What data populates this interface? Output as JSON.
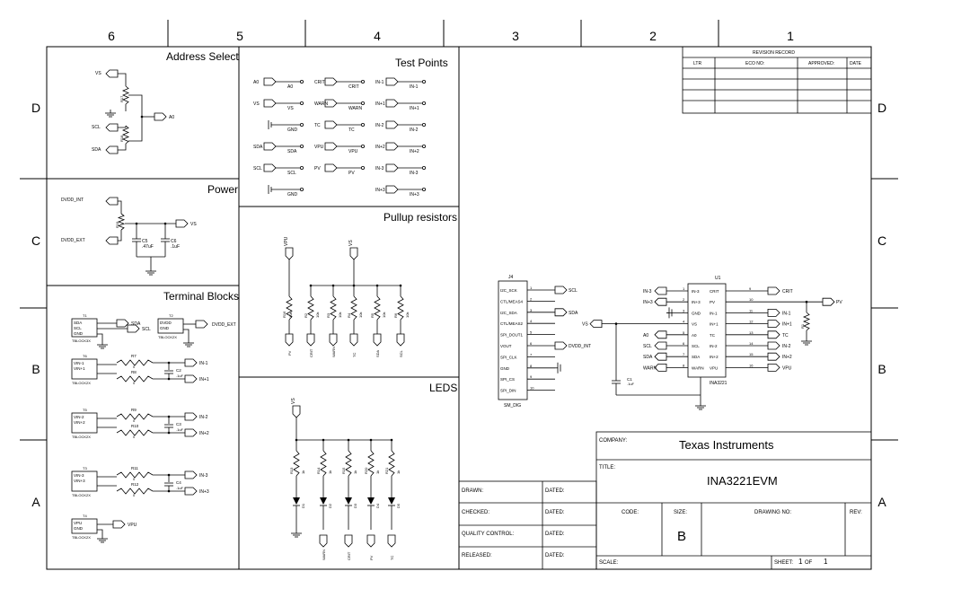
{
  "zones": {
    "columns": [
      "6",
      "5",
      "4",
      "3",
      "2",
      "1"
    ],
    "rows": [
      "D",
      "C",
      "B",
      "A"
    ]
  },
  "sections": {
    "address_select": "Address Select",
    "test_points": "Test Points",
    "power": "Power",
    "pullup_resistors": "Pullup resistors",
    "terminal_blocks": "Terminal Blocks",
    "leds": "LEDS"
  },
  "revision_record": {
    "title": "REVISION RECORD",
    "headers": [
      "LTR",
      "ECO NO:",
      "APPROVED:",
      "DATE"
    ]
  },
  "title_block": {
    "company_label": "COMPANY:",
    "company": "Texas Instruments",
    "title_label": "TITLE:",
    "title": "INA3221EVM",
    "code_label": "CODE:",
    "size_label": "SIZE:",
    "size": "B",
    "drawing_no_label": "DRAWING NO:",
    "rev_label": "REV:",
    "scale_label": "SCALE:",
    "sheet_label": "SHEET:",
    "sheet_value": "1",
    "of_label": "OF",
    "of_value": "1",
    "drawn_label": "DRAWN:",
    "checked_label": "CHECKED:",
    "quality_label": "QUALITY CONTROL:",
    "released_label": "RELEASED:",
    "dated_label": "DATED:"
  },
  "address_select": {
    "nets": [
      "VS",
      "SCL",
      "SDA",
      "A0"
    ],
    "refs": [
      "R17",
      "R18"
    ]
  },
  "power": {
    "nets": [
      "DVDD_INT",
      "DVDD_EXT",
      "VS"
    ],
    "ref": "R19",
    "caps": [
      {
        "ref": "C5",
        "val": ".47uF"
      },
      {
        "ref": "C6",
        "val": ".1uF"
      }
    ]
  },
  "test_points": {
    "col1": [
      {
        "net": "A0",
        "label": "A0"
      },
      {
        "net": "VS",
        "label": "VS"
      },
      {
        "net": "",
        "label": "GND"
      },
      {
        "net": "SDA",
        "label": "SDA"
      },
      {
        "net": "SCL",
        "label": "SCL"
      },
      {
        "net": "",
        "label": "GND"
      }
    ],
    "col2": [
      {
        "net": "CRIT",
        "label": "CRIT"
      },
      {
        "net": "WARN",
        "label": "WARN"
      },
      {
        "net": "TC",
        "label": "TC"
      },
      {
        "net": "VPU",
        "label": "VPU"
      },
      {
        "net": "PV",
        "label": "PV"
      }
    ],
    "col3": [
      {
        "net": "IN-1",
        "label": "IN-1"
      },
      {
        "net": "IN+1",
        "label": "IN+1"
      },
      {
        "net": "IN-2",
        "label": "IN-2"
      },
      {
        "net": "IN+2",
        "label": "IN+2"
      },
      {
        "net": "IN-3",
        "label": "IN-3"
      },
      {
        "net": "IN+3",
        "label": "IN+3"
      }
    ]
  },
  "pullups": {
    "top_nets": [
      "VPU",
      "VS"
    ],
    "refs": [
      "R16",
      "R2",
      "R3",
      "R4",
      "R5",
      "R6",
      "R21"
    ],
    "val": "10k",
    "bottom_nets": [
      "PV",
      "CRIT",
      "WARN",
      "TC",
      "SDA",
      "SCL"
    ]
  },
  "leds": {
    "top_net": "VS",
    "refs": [
      "R13",
      "R14",
      "R15",
      "R20",
      "R21"
    ],
    "val": "1k",
    "diodes": [
      "D1",
      "D2",
      "D3",
      "D4",
      "D5"
    ],
    "bottom_nets": [
      "WARN",
      "CRIT",
      "PV",
      "TC"
    ]
  },
  "terminal_blocks": {
    "blocks": [
      {
        "ref": "T1",
        "pins": [
          "SDA",
          "SCL",
          "GND"
        ],
        "part": "TBLOCK3X",
        "nets": [
          "SDA",
          "SCL"
        ]
      },
      {
        "ref": "T2",
        "pins": [
          "DVDD",
          "GND"
        ],
        "part": "TBLOCK2X",
        "nets": [
          "DVDD_EXT"
        ]
      },
      {
        "ref": "T6",
        "pins": [
          "VIN-1",
          "VIN+1"
        ],
        "part": "TBLOCK2X",
        "nets": [
          "IN-1",
          "IN+1"
        ]
      },
      {
        "ref": "T5",
        "pins": [
          "VIN-2",
          "VIN+2"
        ],
        "part": "TBLOCK2X",
        "nets": [
          "IN-2",
          "IN+2"
        ]
      },
      {
        "ref": "T3",
        "pins": [
          "VIN-3",
          "VIN+3"
        ],
        "part": "TBLOCK2X",
        "nets": [
          "IN-3",
          "IN+3"
        ]
      },
      {
        "ref": "T4",
        "pins": [
          "VPU",
          "GND"
        ],
        "part": "TBLOCK2X",
        "nets": [
          "VPU"
        ]
      }
    ],
    "resistors": [
      {
        "ref": "R7",
        "val": "0"
      },
      {
        "ref": "R8",
        "val": "0"
      },
      {
        "ref": "R9",
        "val": "0"
      },
      {
        "ref": "R10",
        "val": "0"
      },
      {
        "ref": "R11",
        "val": "0"
      },
      {
        "ref": "R12",
        "val": "0"
      }
    ],
    "caps": [
      {
        "ref": "C2",
        "val": ".1uF"
      },
      {
        "ref": "C3",
        "val": ".1uF"
      },
      {
        "ref": "C4",
        "val": ".1uF"
      }
    ]
  },
  "connector_j4": {
    "ref": "J4",
    "part": "SM_DIG",
    "pins": [
      {
        "num": "1",
        "name": "I2C_SCK",
        "net": "SCL"
      },
      {
        "num": "2",
        "name": "CTL/MEAS4",
        "net": ""
      },
      {
        "num": "3",
        "name": "I2C_SDA",
        "net": "SDA"
      },
      {
        "num": "4",
        "name": "CTL/MEAS2",
        "net": "VS"
      },
      {
        "num": "5",
        "name": "SPI_DOUT1",
        "net": ""
      },
      {
        "num": "6",
        "name": "VOUT",
        "net": "DVDD_INT"
      },
      {
        "num": "7",
        "name": "SPI_CLK",
        "net": ""
      },
      {
        "num": "8",
        "name": "GND",
        "net": ""
      },
      {
        "num": "9",
        "name": "SPI_CS",
        "net": ""
      },
      {
        "num": "10",
        "name": "SPI_DIN",
        "net": ""
      }
    ]
  },
  "u1": {
    "ref": "U1",
    "part": "INA3221",
    "left_pins": [
      {
        "num": "1",
        "name": "IN-3",
        "net": "IN-3"
      },
      {
        "num": "2",
        "name": "IN+3",
        "net": "IN+3"
      },
      {
        "num": "3",
        "name": "GND",
        "net": ""
      },
      {
        "num": "4",
        "name": "VS",
        "net": "VS"
      },
      {
        "num": "5",
        "name": "A0",
        "net": "A0"
      },
      {
        "num": "6",
        "name": "SCL",
        "net": "SCL"
      },
      {
        "num": "7",
        "name": "SDA",
        "net": "SDA"
      },
      {
        "num": "8",
        "name": "WARN",
        "net": "WARN"
      }
    ],
    "right_pins": [
      {
        "num": "9",
        "name": "CRIT",
        "net": "CRIT"
      },
      {
        "num": "10",
        "name": "PV",
        "net": "PV"
      },
      {
        "num": "11",
        "name": "IN-1",
        "net": "IN-1"
      },
      {
        "num": "12",
        "name": "IN+1",
        "net": "IN+1"
      },
      {
        "num": "13",
        "name": "TC",
        "net": "TC"
      },
      {
        "num": "14",
        "name": "IN-2",
        "net": "IN-2"
      },
      {
        "num": "15",
        "name": "IN+2",
        "net": "IN+2"
      },
      {
        "num": "16",
        "name": "VPU",
        "net": "VPU"
      }
    ],
    "pv_net": "PV",
    "r_pv": "R1",
    "c1": {
      "ref": "C1",
      "val": ".1uF"
    }
  }
}
